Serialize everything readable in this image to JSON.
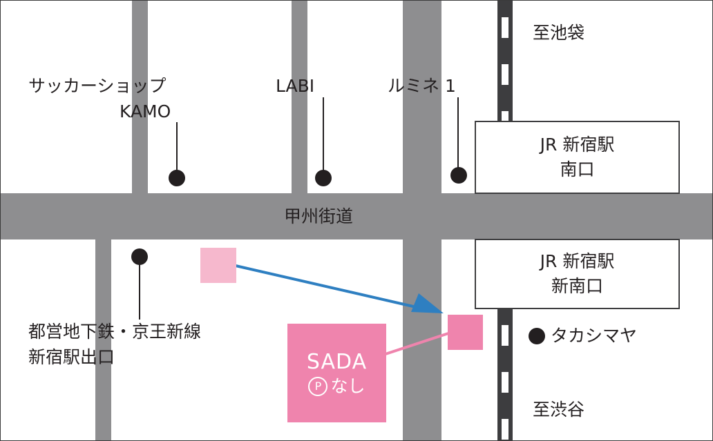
{
  "roads": {
    "koshu_kaido": "甲州街道"
  },
  "landmarks": {
    "soccer_shop": {
      "line1": "サッカーショップ",
      "line2": "KAMO"
    },
    "labi": "LABI",
    "lumine": "ルミネ 1",
    "takashimaya": "タカシマヤ",
    "subway_exit": {
      "line1": "都営地下鉄・京王新線",
      "line2": "新宿駅出口"
    }
  },
  "stations": {
    "south_exit": {
      "line1": "JR 新宿駅",
      "line2": "南口"
    },
    "new_south_exit": {
      "line1": "JR 新宿駅",
      "line2": "新南口"
    }
  },
  "directions": {
    "to_ikebukuro": "至池袋",
    "to_shibuya": "至渋谷"
  },
  "destination": {
    "name": "SADA",
    "parking_mark": "P",
    "parking_text": "なし"
  },
  "colors": {
    "road": "#8e8e90",
    "rail": "#3d3d3f",
    "route_arrow": "#2e7fc1",
    "destination": "#ef84ad",
    "start_marker": "#f6b8cd",
    "ink": "#231f20"
  }
}
